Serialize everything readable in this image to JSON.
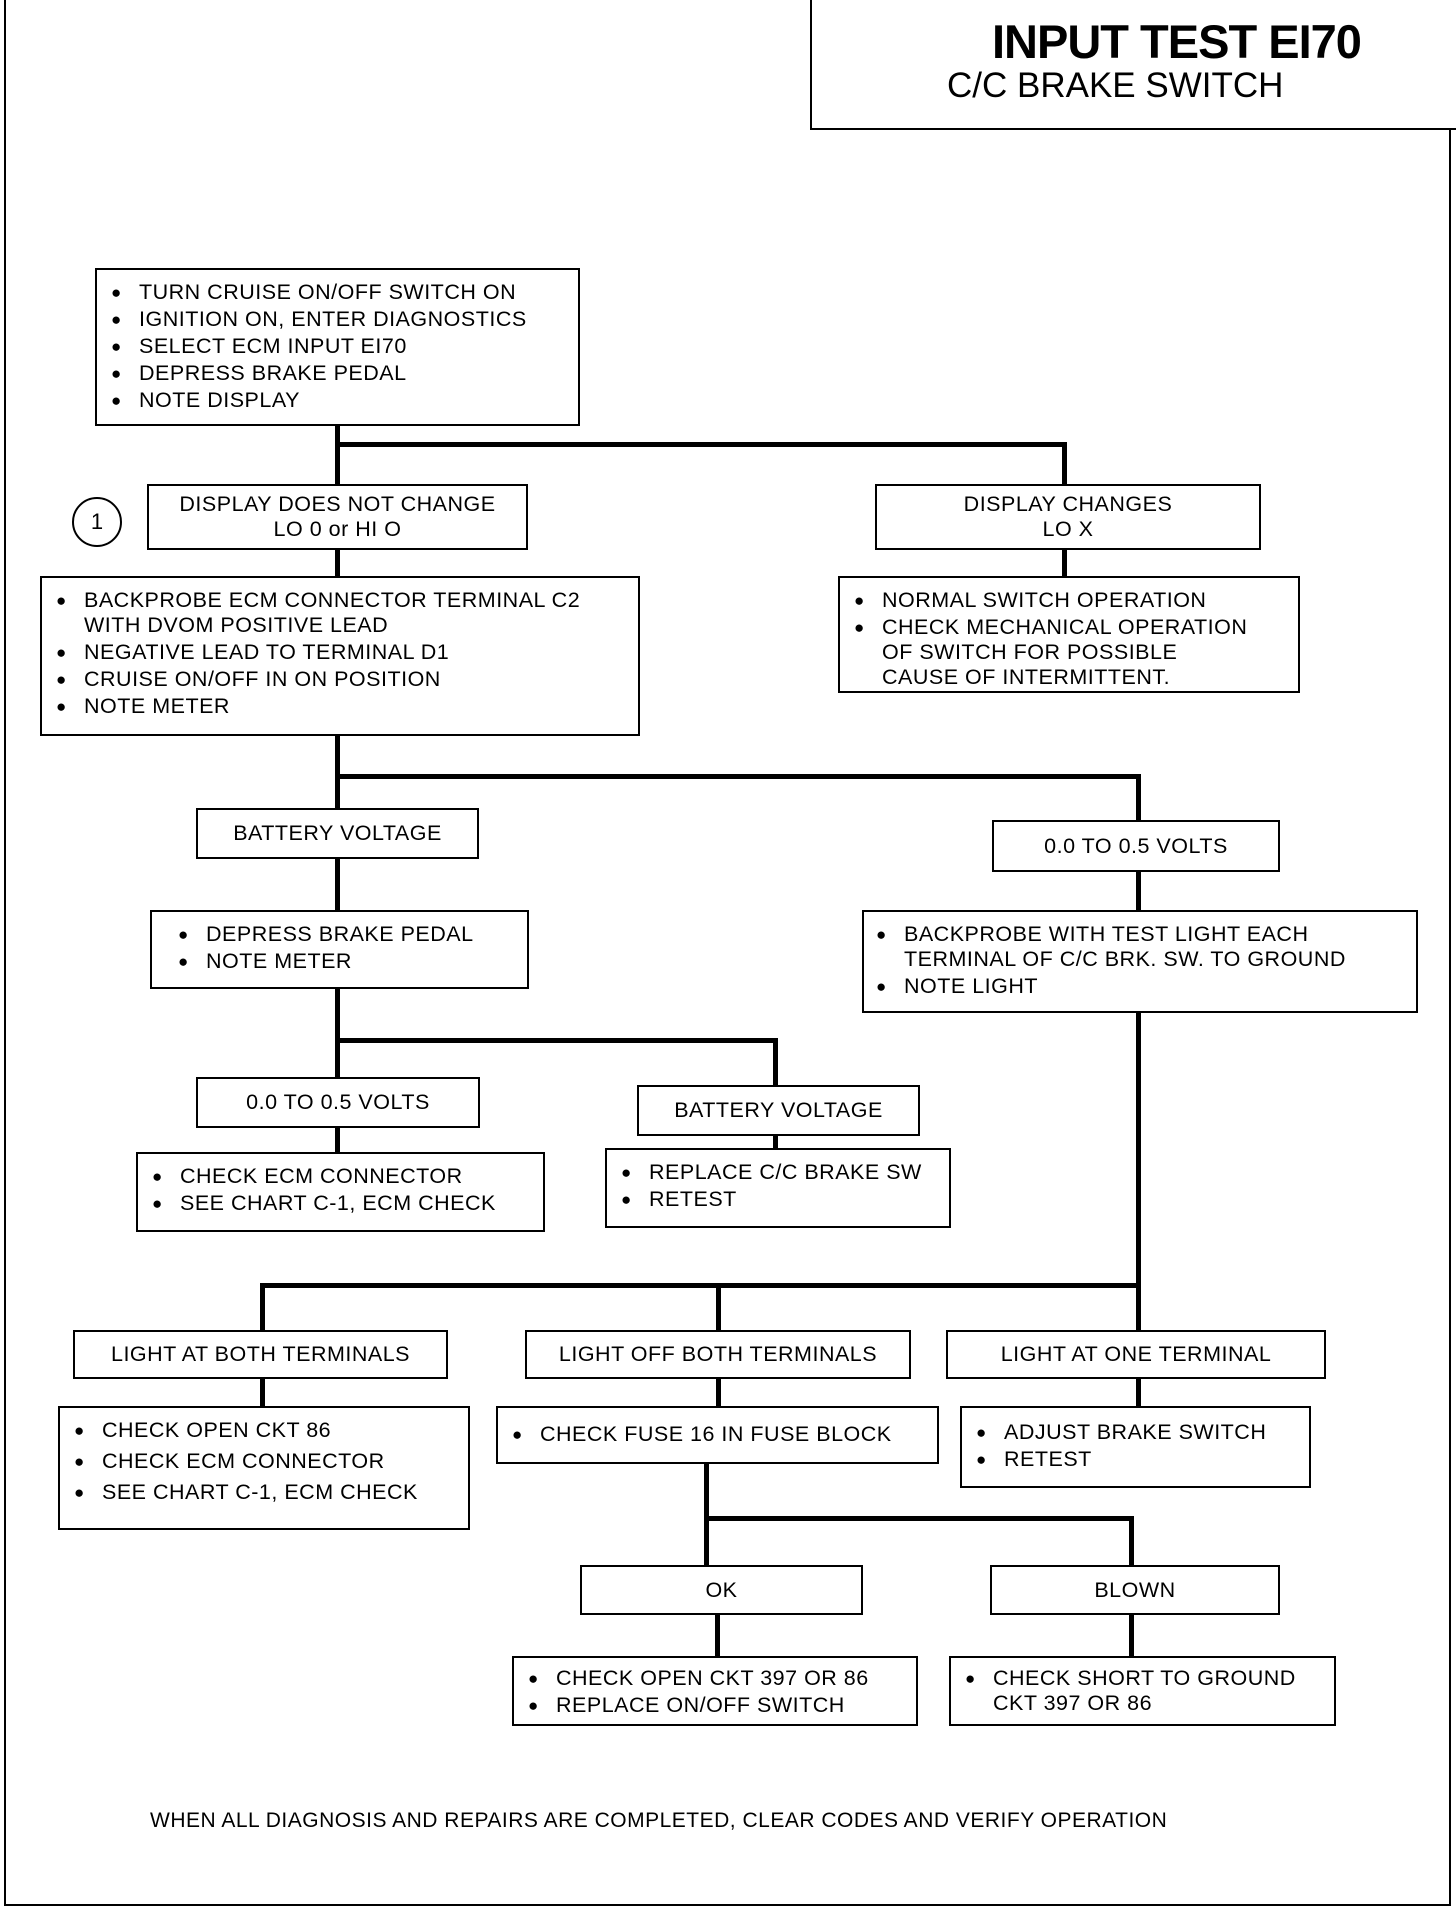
{
  "title": "INPUT TEST EI70",
  "subtitle": "C/C BRAKE SWITCH",
  "step_marker": "1",
  "start_box": [
    "TURN CRUISE ON/OFF SWITCH ON",
    "IGNITION ON, ENTER DIAGNOSTICS",
    "SELECT ECM INPUT EI70",
    "DEPRESS BRAKE PEDAL",
    "NOTE DISPLAY"
  ],
  "display_no_change": "DISPLAY DOES NOT CHANGE\nLO 0 or HI O",
  "display_changes": "DISPLAY CHANGES\nLO X",
  "backprobe_box": [
    "BACKPROBE ECM CONNECTOR TERMINAL C2\nWITH DVOM POSITIVE LEAD",
    "NEGATIVE LEAD  TO TERMINAL D1",
    "CRUISE ON/OFF IN ON POSITION",
    "NOTE METER"
  ],
  "normal_box": [
    "NORMAL SWITCH OPERATION",
    "CHECK MECHANICAL OPERATION\nOF SWITCH  FOR POSSIBLE\nCAUSE OF INTERMITTENT."
  ],
  "battery_voltage_1": "BATTERY VOLTAGE",
  "volts_low_1": "0.0 TO 0.5 VOLTS",
  "depress_box": [
    "DEPRESS BRAKE PEDAL",
    "NOTE METER"
  ],
  "test_light_box": [
    "BACKPROBE WITH TEST LIGHT EACH\nTERMINAL OF C/C BRK. SW. TO GROUND",
    "NOTE LIGHT"
  ],
  "volts_low_2": "0.0 TO 0.5 VOLTS",
  "battery_voltage_2": "BATTERY VOLTAGE",
  "check_ecm_box": [
    "CHECK ECM CONNECTOR",
    "SEE CHART C-1,    ECM CHECK"
  ],
  "replace_box": [
    "REPLACE C/C BRAKE SW",
    "RETEST"
  ],
  "light_both": "LIGHT AT BOTH TERMINALS",
  "light_off": "LIGHT OFF BOTH TERMINALS",
  "light_one": "LIGHT AT ONE TERMINAL",
  "open_ckt_box": [
    "CHECK OPEN CKT 86",
    "CHECK ECM CONNECTOR",
    "SEE  CHART C-1,    ECM CHECK"
  ],
  "fuse_box": [
    "CHECK FUSE 16 IN FUSE BLOCK"
  ],
  "adjust_box": [
    "ADJUST BRAKE SWITCH",
    "RETEST"
  ],
  "ok_label": "OK",
  "blown_label": "BLOWN",
  "open_397_box": [
    "CHECK OPEN CKT 397 OR 86",
    "REPLACE ON/OFF SWITCH"
  ],
  "short_box": [
    "CHECK SHORT TO GROUND\nCKT 397 OR 86"
  ],
  "footer": "WHEN ALL DIAGNOSIS AND REPAIRS ARE COMPLETED, CLEAR CODES AND VERIFY OPERATION"
}
